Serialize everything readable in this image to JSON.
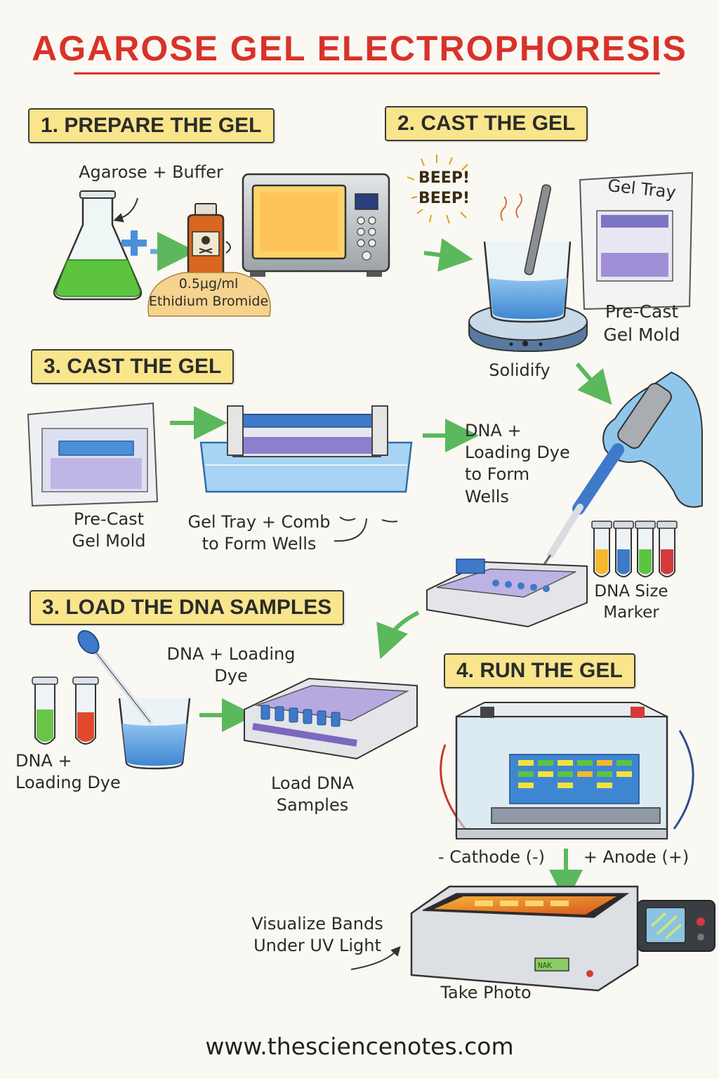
{
  "title": "AGAROSE GEL  ELECTROPHORESIS",
  "steps": {
    "prepare": "1. PREPARE THE GEL",
    "cast_a": "2. CAST THE GEL",
    "cast_b": "3. CAST THE GEL",
    "load": "3. LOAD THE DNA SAMPLES",
    "run": "4. RUN THE GEL"
  },
  "labels": {
    "agarose_buffer": "Agarose + Buffer",
    "etbr": "0.5μg/ml\nEthidium Bromide",
    "beep": "BEEP!\nBEEP!",
    "gel_tray": "Gel Tray",
    "precast_mold_top": "Pre-Cast\nGel Mold",
    "solidify": "Solidify",
    "precast_mold_left": "Pre-Cast\nGel Mold",
    "tray_comb": "Gel Tray + Comb\nto Form Wells",
    "dna_dye_wells": "DNA +\nLoading Dye\nto Form\nWells",
    "dna_size_marker": "DNA Size\nMarker",
    "dna_dye_center": "DNA + Loading\nDye",
    "dna_dye_left": "DNA +\nLoading Dye",
    "load_samples": "Load DNA\nSamples",
    "cathode": "- Cathode (-)",
    "anode": "+ Anode (+)",
    "visualize": "Visualize Bands\nUnder UV Light",
    "take_photo": "Take Photo",
    "display": "NAK"
  },
  "footer": "www.thesciencenotes.com",
  "colors": {
    "title_red": "#d8322a",
    "banner_yellow": "#f8e58c",
    "arrow_green": "#5cb85c",
    "gel_blue": "#4a90d9",
    "gel_purple": "#9a87c9",
    "flask_green": "#5cc43f"
  }
}
